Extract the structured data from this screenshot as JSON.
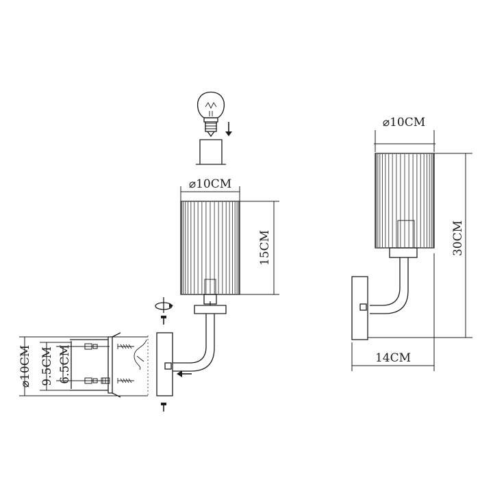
{
  "labels": {
    "shade_diameter_exploded": "⌀10CM",
    "shade_height_exploded": "15CM",
    "shade_diameter_assembled": "⌀10CM",
    "total_height": "30CM",
    "total_projection": "14CM",
    "backplate_diameter": "⌀10CM",
    "mount_spacing_outer": "9.5CM",
    "mount_spacing_inner": "6.5CM"
  },
  "icons": [
    "light-bulb-icon",
    "down-arrow-icon",
    "rotate-arrow-icon",
    "screw-icon",
    "anchor-plug-icon",
    "left-arrow-icon"
  ]
}
